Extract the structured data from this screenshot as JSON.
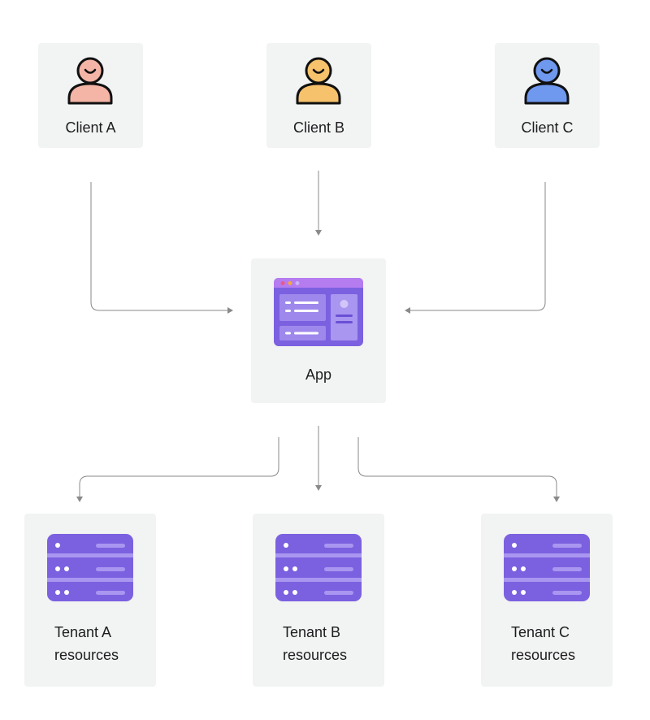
{
  "clients": [
    {
      "label": "Client A",
      "color": "#f4b5a7"
    },
    {
      "label": "Client B",
      "color": "#f6c26b"
    },
    {
      "label": "Client C",
      "color": "#6f98ef"
    }
  ],
  "app": {
    "label": "App"
  },
  "tenants": [
    {
      "line1": "Tenant A",
      "line2": "resources"
    },
    {
      "line1": "Tenant B",
      "line2": "resources"
    },
    {
      "line1": "Tenant C",
      "line2": "resources"
    }
  ],
  "colors": {
    "card_bg": "#f2f3f3",
    "connector": "#8a8a8a",
    "purple": "#7b61e0",
    "purple_dark": "#6a50d6",
    "purple_light": "#a996f0",
    "purple_header": "#b57cf0"
  }
}
